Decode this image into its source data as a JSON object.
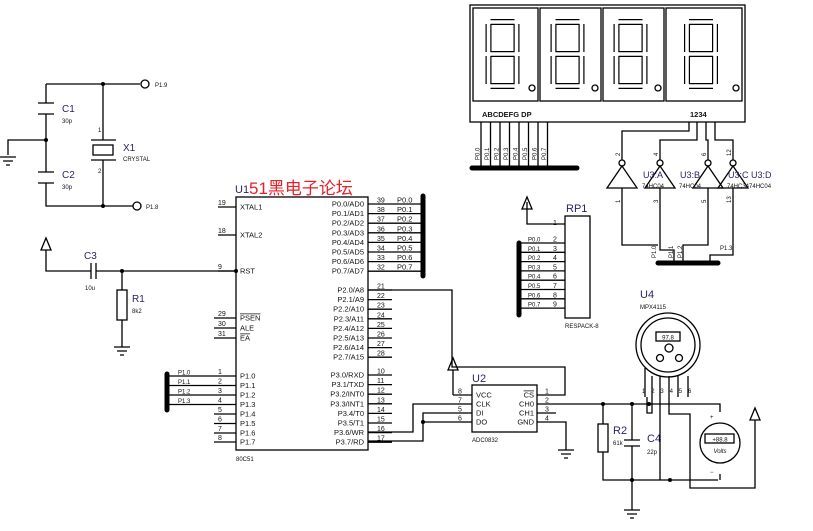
{
  "watermark": "51黑电子论坛",
  "colors": {
    "watermark": "#e8202a",
    "wire": "#000000",
    "ref": "#2b1f66"
  },
  "u1": {
    "ref": "U1",
    "part": "80C51",
    "left_pins": [
      {
        "num": "19",
        "name": "XTAL1"
      },
      {
        "num": "18",
        "name": "XTAL2"
      },
      {
        "num": "9",
        "name": "RST"
      },
      {
        "num": "29",
        "name": "PSEN"
      },
      {
        "num": "30",
        "name": "ALE"
      },
      {
        "num": "31",
        "name": "EA"
      },
      {
        "num": "1",
        "name": "P1.0",
        "net": "P1.0"
      },
      {
        "num": "2",
        "name": "P1.1",
        "net": "P1.1"
      },
      {
        "num": "3",
        "name": "P1.2",
        "net": "P1.2"
      },
      {
        "num": "4",
        "name": "P1.3",
        "net": "P1.3"
      },
      {
        "num": "5",
        "name": "P1.4"
      },
      {
        "num": "6",
        "name": "P1.5"
      },
      {
        "num": "7",
        "name": "P1.6"
      },
      {
        "num": "8",
        "name": "P1.7"
      }
    ],
    "right_pins": [
      {
        "num": "39",
        "name": "P0.0/AD0",
        "net": "P0.0"
      },
      {
        "num": "38",
        "name": "P0.1/AD1",
        "net": "P0.1"
      },
      {
        "num": "37",
        "name": "P0.2/AD2",
        "net": "P0.2"
      },
      {
        "num": "36",
        "name": "P0.3/AD3",
        "net": "P0.3"
      },
      {
        "num": "35",
        "name": "P0.4/AD4",
        "net": "P0.4"
      },
      {
        "num": "34",
        "name": "P0.5/AD5",
        "net": "P0.5"
      },
      {
        "num": "33",
        "name": "P0.6/AD6",
        "net": "P0.6"
      },
      {
        "num": "32",
        "name": "P0.7/AD7",
        "net": "P0.7"
      },
      {
        "num": "21",
        "name": "P2.0/A8"
      },
      {
        "num": "22",
        "name": "P2.1/A9"
      },
      {
        "num": "23",
        "name": "P2.2/A10"
      },
      {
        "num": "24",
        "name": "P2.3/A11"
      },
      {
        "num": "25",
        "name": "P2.4/A12"
      },
      {
        "num": "26",
        "name": "P2.5/A13"
      },
      {
        "num": "27",
        "name": "P2.6/A14"
      },
      {
        "num": "28",
        "name": "P2.7/A15"
      },
      {
        "num": "10",
        "name": "P3.0/RXD"
      },
      {
        "num": "11",
        "name": "P3.1/TXD"
      },
      {
        "num": "12",
        "name": "P3.2/INT0"
      },
      {
        "num": "13",
        "name": "P3.3/INT1"
      },
      {
        "num": "14",
        "name": "P3.4/T0"
      },
      {
        "num": "15",
        "name": "P3.5/T1"
      },
      {
        "num": "16",
        "name": "P3.6/WR"
      },
      {
        "num": "17",
        "name": "P3.7/RD"
      }
    ]
  },
  "crystal": {
    "c1": "C1",
    "c1_val": "30p",
    "c2": "C2",
    "c2_val": "30p",
    "x1": "X1",
    "x1_val": "CRYSTAL",
    "pin1": "1",
    "pin2": "2",
    "net_top": "P1.9",
    "net_bottom": "P1.8"
  },
  "reset": {
    "c3": "C3",
    "c3_val": "10u",
    "r1": "R1",
    "r1_val": "8k2"
  },
  "display": {
    "seg_label": "ABCDEFG  DP",
    "digit_label": "1234",
    "seg_nets": [
      "P0.0",
      "P0.1",
      "P0.2",
      "P0.3",
      "P0.4",
      "P0.5",
      "P0.6",
      "P0.7"
    ]
  },
  "u3": {
    "gates": [
      {
        "ref": "",
        "part": "",
        "in": "2",
        "out": "1",
        "net": "P1.0"
      },
      {
        "ref": "U3:A",
        "part": "74HC04",
        "in": "4",
        "out": "3",
        "net": "P1.1"
      },
      {
        "ref": "U3:B",
        "part": "74HC04",
        "in": "6",
        "out": "5",
        "net": "P1.2"
      },
      {
        "ref": "U3:C U3:D",
        "part": "74HC3474HC04",
        "in": "12",
        "out": "13",
        "net": "P1.3"
      }
    ]
  },
  "rp1": {
    "ref": "RP1",
    "part": "RESPACK-8",
    "pin1": "1",
    "pins": [
      {
        "num": "2",
        "net": "P0.0"
      },
      {
        "num": "3",
        "net": "P0.1"
      },
      {
        "num": "4",
        "net": "P0.2"
      },
      {
        "num": "5",
        "net": "P0.3"
      },
      {
        "num": "6",
        "net": "P0.4"
      },
      {
        "num": "7",
        "net": "P0.5"
      },
      {
        "num": "8",
        "net": "P0.6"
      },
      {
        "num": "9",
        "net": "P0.7"
      }
    ]
  },
  "u2": {
    "ref": "U2",
    "part": "ADC0832",
    "left": [
      {
        "num": "8",
        "name": "VCC"
      },
      {
        "num": "7",
        "name": "CLK"
      },
      {
        "num": "5",
        "name": "DI"
      },
      {
        "num": "6",
        "name": "DO"
      }
    ],
    "right": [
      {
        "num": "1",
        "name": "CS"
      },
      {
        "num": "2",
        "name": "CH0"
      },
      {
        "num": "3",
        "name": "CH1"
      },
      {
        "num": "4",
        "name": "GND"
      }
    ]
  },
  "analog": {
    "r2": "R2",
    "r2_val": "61k",
    "c4": "C4",
    "c4_val": "22p"
  },
  "u4": {
    "ref": "U4",
    "part": "MPX4115",
    "reading": "97.8",
    "pins": [
      "1",
      "2",
      "3",
      "4",
      "5",
      "6"
    ]
  },
  "voltmeter": {
    "reading": "+88.8",
    "unit": "Volts",
    "plus": "+",
    "minus": "−"
  }
}
